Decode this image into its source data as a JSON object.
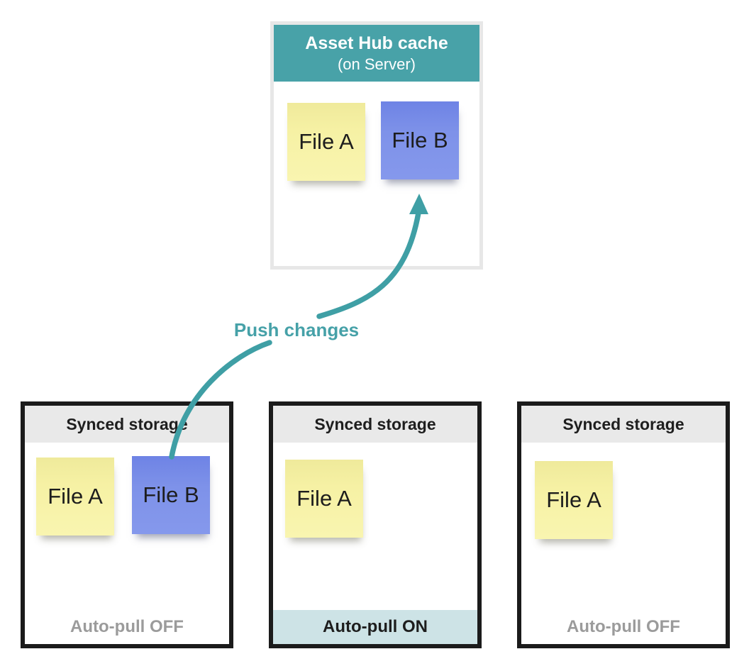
{
  "cache": {
    "title": "Asset Hub cache",
    "subtitle": "(on Server)",
    "files": [
      {
        "label": "File A",
        "color": "yellow"
      },
      {
        "label": "File B",
        "color": "blue"
      }
    ]
  },
  "arrow": {
    "label": "Push changes",
    "color": "#3f9fa5",
    "from": "Synced storage (Auto-pull OFF, left) File B",
    "to": "Asset Hub cache File B"
  },
  "storages": [
    {
      "title": "Synced storage",
      "files": [
        {
          "label": "File A",
          "color": "yellow"
        },
        {
          "label": "File B",
          "color": "blue"
        }
      ],
      "footer": "Auto-pull OFF",
      "autopull": "off"
    },
    {
      "title": "Synced storage",
      "files": [
        {
          "label": "File A",
          "color": "yellow"
        }
      ],
      "footer": "Auto-pull ON",
      "autopull": "on"
    },
    {
      "title": "Synced storage",
      "files": [
        {
          "label": "File A",
          "color": "yellow"
        }
      ],
      "footer": "Auto-pull OFF",
      "autopull": "off"
    }
  ],
  "colors": {
    "teal_header": "#48a2a8",
    "teal_arrow": "#3f9fa5",
    "teal_footer_on": "#cde3e6",
    "header_gray": "#e9e9e9",
    "border_dark": "#1b1b1b",
    "border_light": "#e7e7e7",
    "note_yellow": "#f6f1a4",
    "note_blue": "#7e92e9",
    "muted_text": "#9b9b9b"
  }
}
